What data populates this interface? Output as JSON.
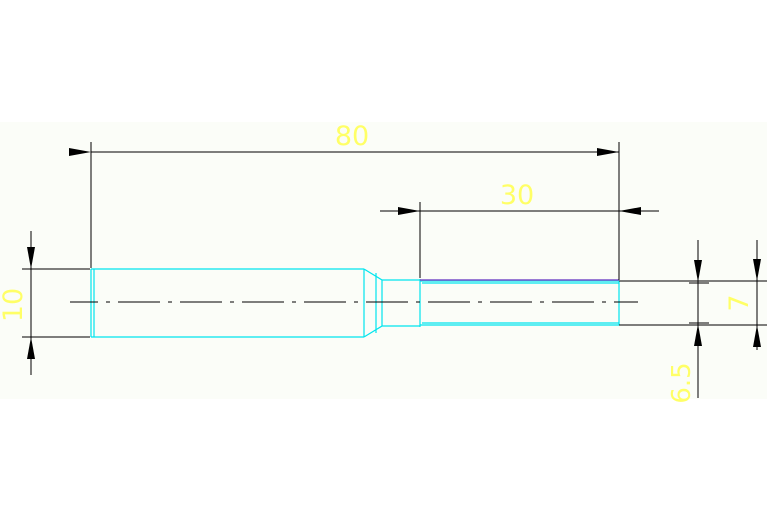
{
  "colors": {
    "background_band": "#fbfdf8",
    "page": "#ffffff",
    "part_outline": "#00e5ee",
    "dimension_line": "#000000",
    "dimension_text": "#ffff66",
    "highlight_edge": "#7a50c8",
    "centerline": "#000000"
  },
  "dimensions": {
    "overall_length": "80",
    "thread_length": "30",
    "large_diameter": "10",
    "small_diameter_outer": "7",
    "small_diameter_inner": "6.5"
  }
}
